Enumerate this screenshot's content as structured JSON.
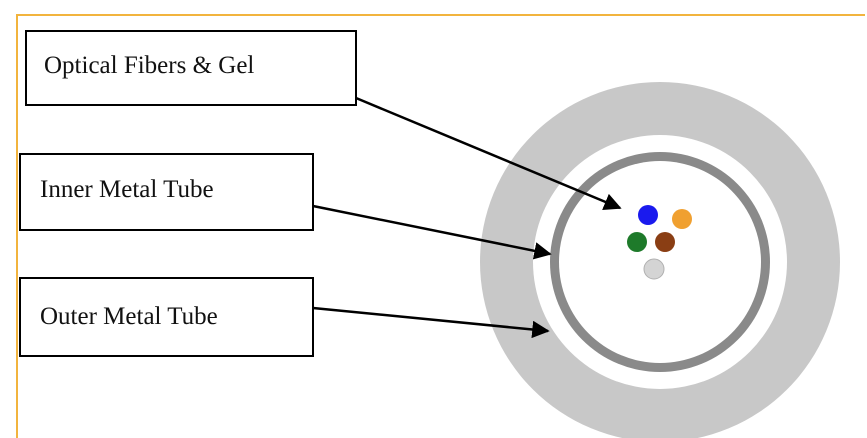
{
  "labels": {
    "optical_fibers": "Optical Fibers & Gel",
    "inner_tube": "Inner Metal Tube",
    "outer_tube": "Outer Metal Tube"
  },
  "colors": {
    "frame_border": "#f2b43e",
    "outer_tube": "#c8c8c8",
    "inner_tube": "#8a8a8a",
    "gel": "#ffffff",
    "fibers": [
      "#1a1aee",
      "#f0a030",
      "#1e7a2a",
      "#8a3e14",
      "#d4d4d4"
    ]
  }
}
